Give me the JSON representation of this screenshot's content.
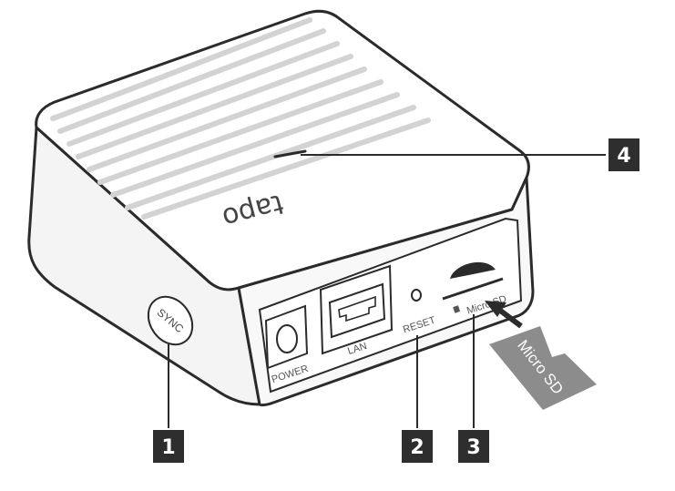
{
  "device": {
    "brand_logo": "tapo",
    "sync_button_label": "SYNC",
    "ports": {
      "power": "POWER",
      "lan": "LAN",
      "reset": "RESET",
      "microsd_slot": "Micro SD"
    },
    "microsd_card_label": "Micro SD"
  },
  "callouts": [
    {
      "id": "1",
      "target": "SYNC button"
    },
    {
      "id": "2",
      "target": "RESET button"
    },
    {
      "id": "3",
      "target": "Micro SD slot"
    },
    {
      "id": "4",
      "target": "LED indicator"
    }
  ],
  "colors": {
    "body": "#ffffff",
    "outline": "#2b2b2b",
    "ribs": "#d9d9d9",
    "callout_badge": "#2e2e2e",
    "card": "#8c8c8c"
  }
}
